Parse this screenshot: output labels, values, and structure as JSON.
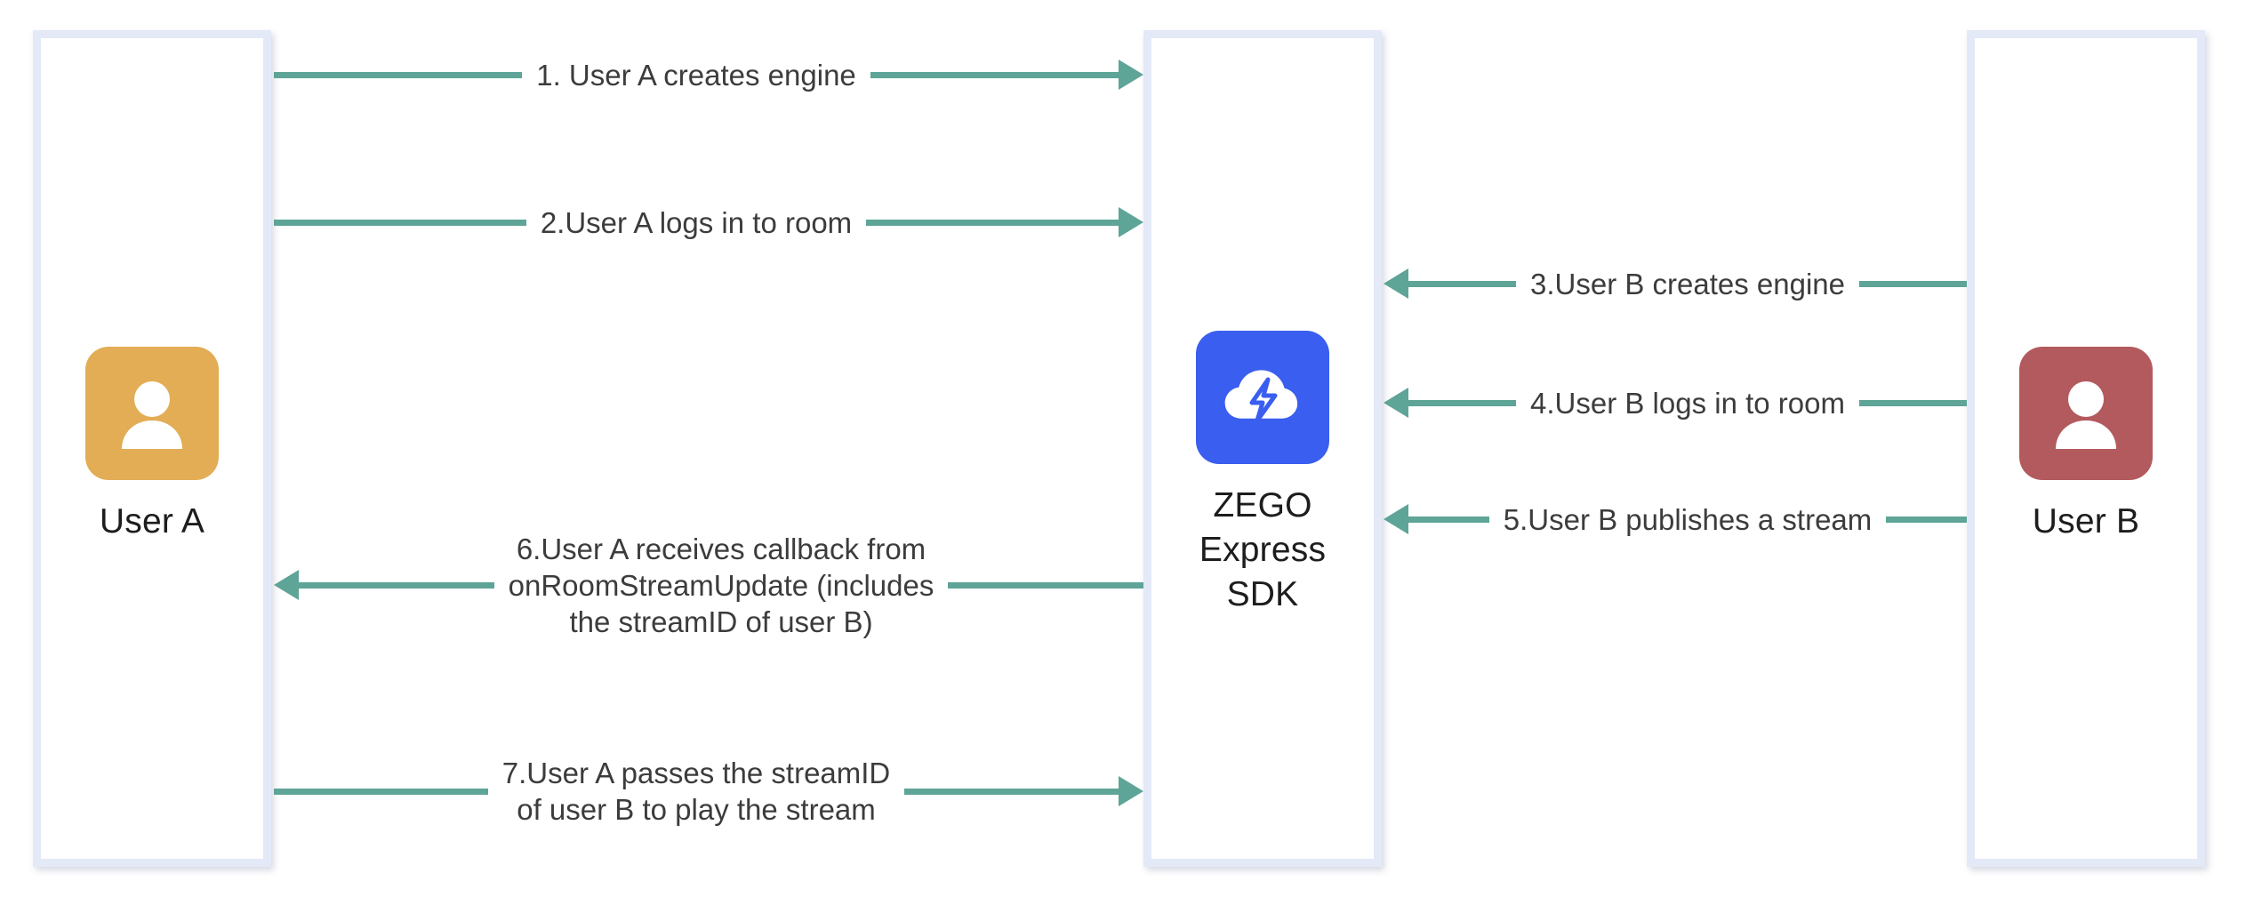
{
  "diagram": {
    "title": "ZEGO Express SDK publish / play sequence",
    "background": "#ffffff",
    "accent_arrow_color": "#5ea497",
    "lifeline_border_color": "#e4e9f8",
    "text_color": "#3c3c3c"
  },
  "actors": [
    {
      "id": "user-a",
      "caption": "User A",
      "avatar_icon": "person-icon",
      "avatar_color": "#e2ad55"
    },
    {
      "id": "sdk",
      "caption": "ZEGO\nExpress\nSDK",
      "avatar_icon": "cloud-lightning-icon",
      "avatar_color": "#3a5ef0"
    },
    {
      "id": "user-b",
      "caption": "User B",
      "avatar_icon": "person-icon",
      "avatar_color": "#b35a5e"
    }
  ],
  "messages": [
    {
      "id": "msg-1",
      "label": "1. User A creates engine",
      "from": "user-a",
      "to": "sdk",
      "direction": "right"
    },
    {
      "id": "msg-2",
      "label": "2.User A logs in to room",
      "from": "user-a",
      "to": "sdk",
      "direction": "right"
    },
    {
      "id": "msg-3",
      "label": "3.User B creates engine",
      "from": "user-b",
      "to": "sdk",
      "direction": "left"
    },
    {
      "id": "msg-4",
      "label": "4.User B logs in to room",
      "from": "user-b",
      "to": "sdk",
      "direction": "left"
    },
    {
      "id": "msg-5",
      "label": "5.User B publishes a stream",
      "from": "user-b",
      "to": "sdk",
      "direction": "left"
    },
    {
      "id": "msg-6",
      "label": "6.User A receives callback from\nonRoomStreamUpdate (includes\nthe streamID of user B)",
      "from": "sdk",
      "to": "user-a",
      "direction": "left"
    },
    {
      "id": "msg-7",
      "label": "7.User A passes the streamID\nof user B to play the stream",
      "from": "user-a",
      "to": "sdk",
      "direction": "right"
    }
  ]
}
